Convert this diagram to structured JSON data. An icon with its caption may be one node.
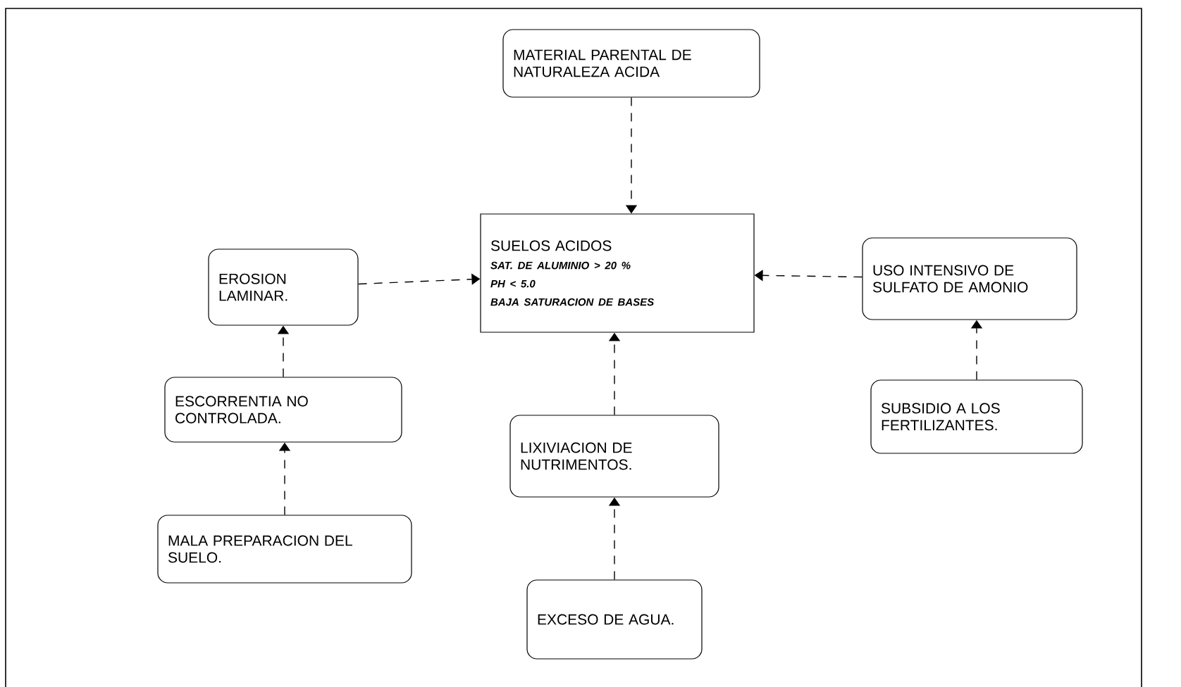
{
  "diagram": {
    "nodes": [
      {
        "text": [
          "MATERIAL PARENTAL DE NATURALEZA ACIDA"
        ]
      },
      {
        "text": [
          "SUELOS ACIDOS",
          "SAT. DE ALUMINIO > 20 %",
          "PH < 5.0",
          "BAJA SATURACION DE BASES"
        ]
      },
      {
        "text": [
          "EROSION LAMINAR."
        ]
      },
      {
        "text": [
          "USO INTENSIVO DE SULFATO DE AMONIO"
        ]
      },
      {
        "text": [
          "ESCORRENTIA NO CONTROLADA."
        ]
      },
      {
        "text": [
          "SUBSIDIO A LOS FERTILIZANTES."
        ]
      },
      {
        "text": [
          "LIXIVIACION DE NUTRIMENTOS."
        ]
      },
      {
        "text": [
          "MALA PREPARACION DEL SUELO."
        ]
      },
      {
        "text": [
          "EXCESO DE AGUA."
        ]
      }
    ],
    "edges": [
      {
        "from": 0,
        "to": 1,
        "arrow": "to",
        "style": "dashed"
      },
      {
        "from": 2,
        "to": 1,
        "arrow": "to",
        "style": "dashed"
      },
      {
        "from": 3,
        "to": 1,
        "arrow": "to",
        "style": "dashed"
      },
      {
        "from": 4,
        "to": 2,
        "arrow": "to",
        "style": "dashed"
      },
      {
        "from": 5,
        "to": 3,
        "arrow": "to",
        "style": "dashed"
      },
      {
        "from": 6,
        "to": 1,
        "arrow": "to",
        "style": "dashed"
      },
      {
        "from": 7,
        "to": 4,
        "arrow": "to",
        "style": "dashed"
      },
      {
        "from": 8,
        "to": 6,
        "arrow": "to",
        "style": "dashed"
      }
    ]
  }
}
